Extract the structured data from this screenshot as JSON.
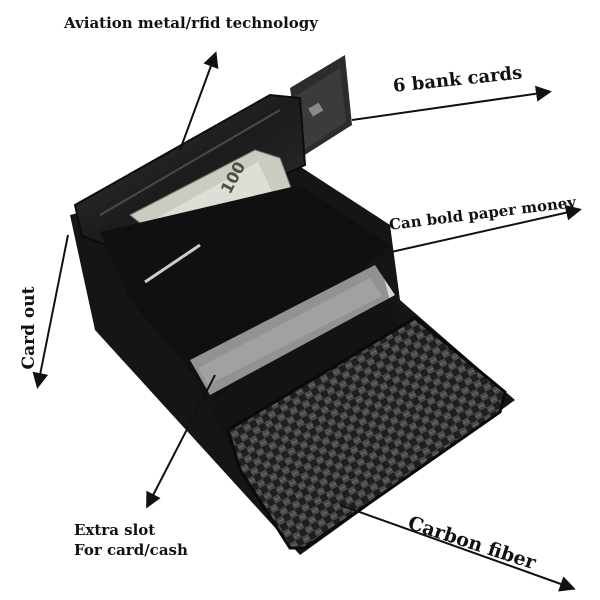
{
  "image": {
    "subject": "rfid-card-wallet-product-photo",
    "callouts": {
      "aviation": "Aviation metal/rfid technology",
      "bank_cards": "6 bank cards",
      "paper_money": "Can bold paper money",
      "card_out": "Card out",
      "extra_slot_line1": "Extra slot",
      "extra_slot_line2": "For card/cash",
      "carbon_fiber": "Carbon fiber"
    },
    "banknote": {
      "denomination": "100"
    },
    "colors": {
      "background": "#ffffff",
      "leather": "#1a1a1a",
      "metal": "#2a2a2a",
      "carbon_dark": "#222222",
      "carbon_light": "#5a5a5a",
      "banknote": "#cfd3c8",
      "arrow": "#111111"
    }
  }
}
